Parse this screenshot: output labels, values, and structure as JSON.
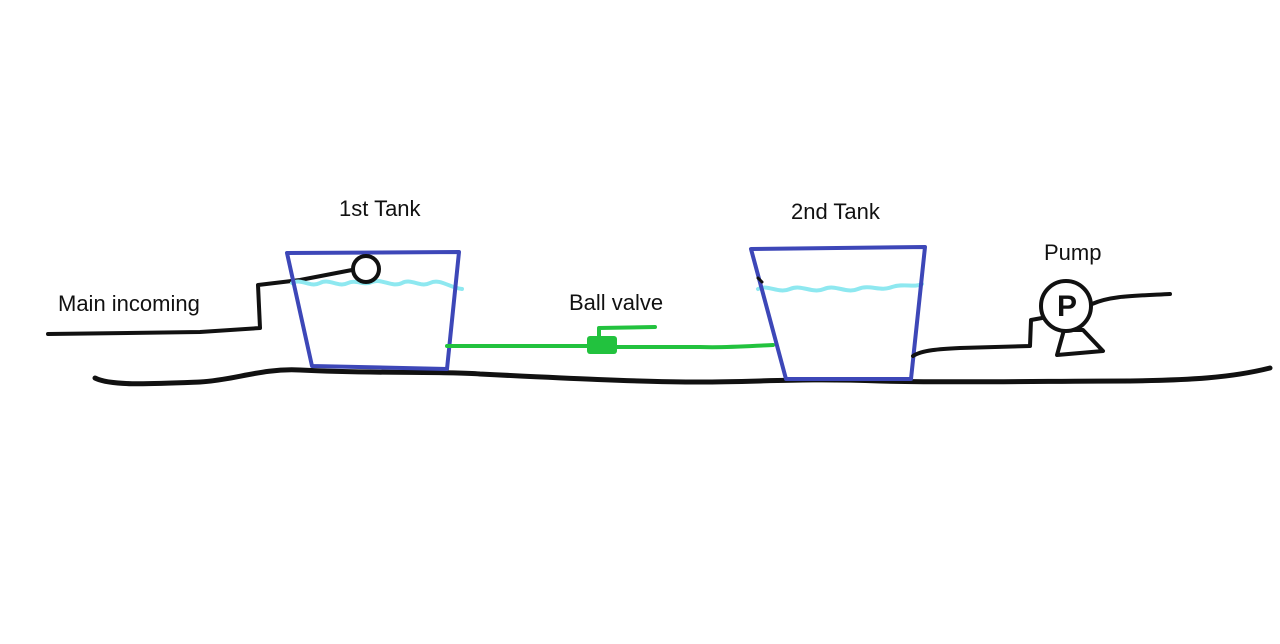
{
  "labels": {
    "main_incoming": "Main incoming",
    "tank1": "1st Tank",
    "ball_valve": "Ball valve",
    "tank2": "2nd Tank",
    "pump": "Pump",
    "pump_symbol": "P"
  },
  "colors": {
    "background": "#ffffff",
    "ink": "#111111",
    "tank_outline": "#3d47b8",
    "water_line": "#8ee8f0",
    "connecting_pipe": "#22c23e"
  },
  "icons": [
    "float-valve-icon",
    "ball-valve-icon",
    "pump-icon"
  ]
}
